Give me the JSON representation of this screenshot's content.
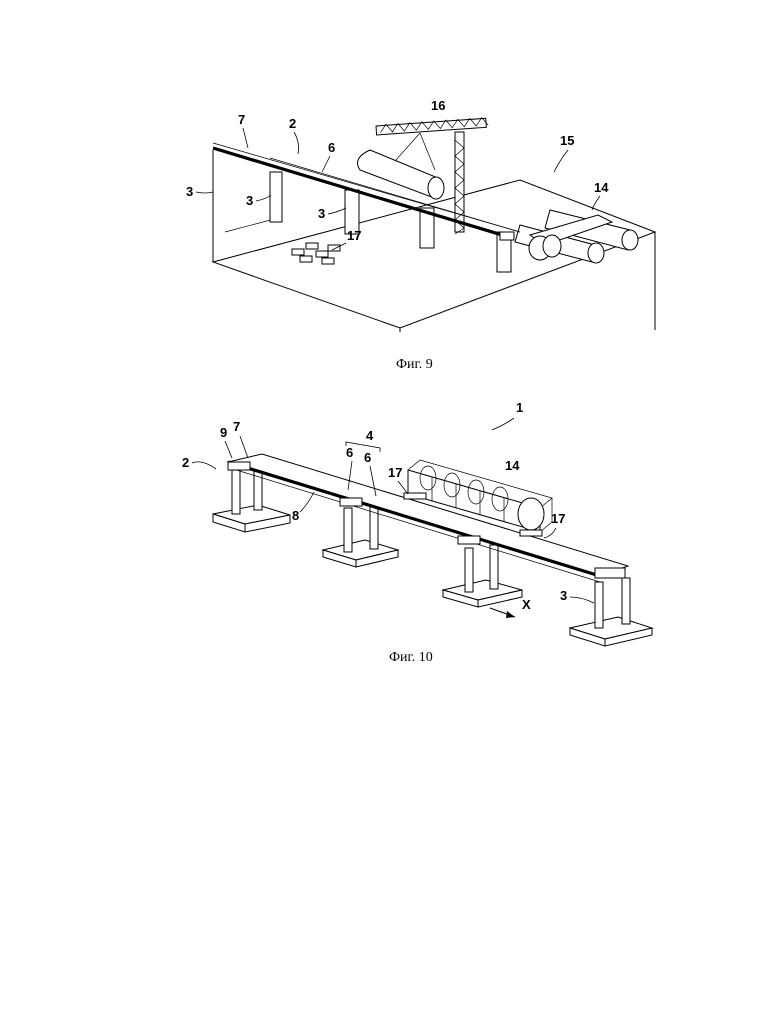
{
  "figure9": {
    "caption": "Фиг. 9",
    "labels": {
      "r7": "7",
      "r2": "2",
      "r6": "6",
      "r16": "16",
      "r15": "15",
      "r14": "14",
      "r3a": "3",
      "r3b": "3",
      "r3c": "3",
      "r17": "17"
    }
  },
  "figure10": {
    "caption": "Фиг. 10",
    "labels": {
      "r1": "1",
      "r9": "9",
      "r7": "7",
      "r4": "4",
      "r2": "2",
      "r6a": "6",
      "r6b": "6",
      "r17a": "17",
      "r14": "14",
      "r8": "8",
      "r17b": "17",
      "r3": "3",
      "rX": "X"
    }
  }
}
